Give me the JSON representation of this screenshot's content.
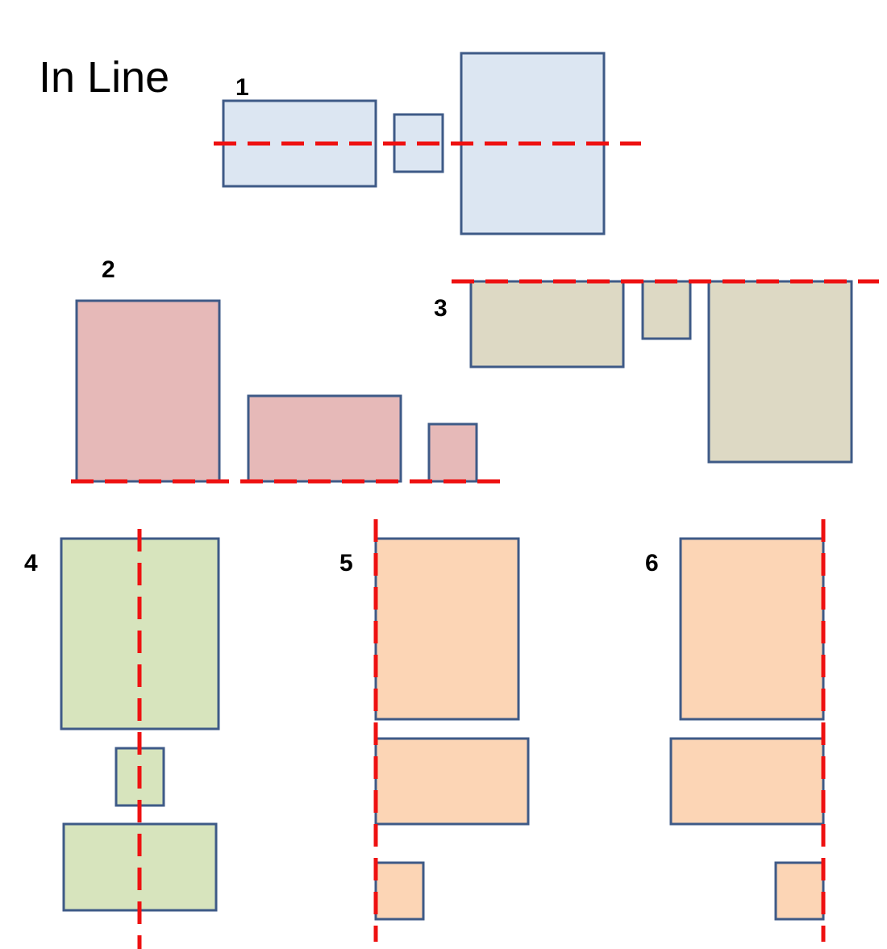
{
  "title": "In Line",
  "colors": {
    "border": "#3e5a87",
    "guide": "#ee1111",
    "blue_fill": "#dce6f2",
    "pink_fill": "#e6b9b8",
    "tan_fill": "#ddd9c4",
    "green_fill": "#d7e4bd",
    "peach_fill": "#fcd5b5"
  },
  "groups": [
    {
      "number": "1",
      "alignment": "horizontal center",
      "fill": "blue_fill"
    },
    {
      "number": "2",
      "alignment": "bottom edge",
      "fill": "pink_fill"
    },
    {
      "number": "3",
      "alignment": "top edge",
      "fill": "tan_fill"
    },
    {
      "number": "4",
      "alignment": "vertical center",
      "fill": "green_fill"
    },
    {
      "number": "5",
      "alignment": "left edge",
      "fill": "peach_fill"
    },
    {
      "number": "6",
      "alignment": "right edge",
      "fill": "peach_fill"
    }
  ]
}
